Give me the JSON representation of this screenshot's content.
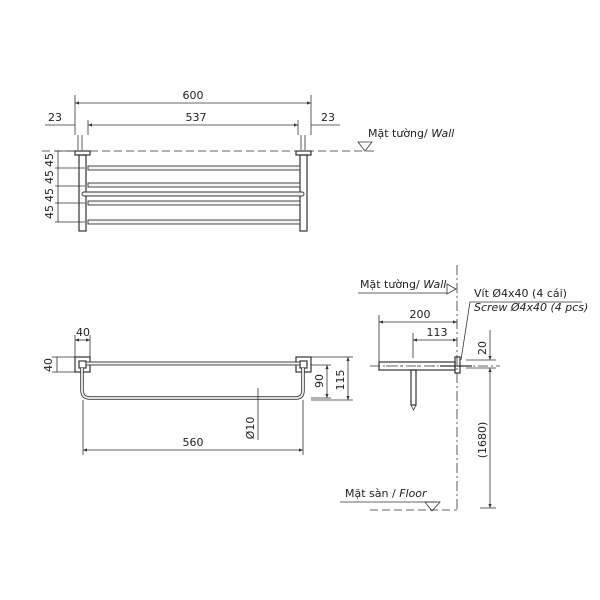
{
  "top_view": {
    "overall": "600",
    "span": "537",
    "left_offset": "23",
    "right_offset": "23",
    "spacings": [
      "45",
      "45",
      "45",
      "45"
    ],
    "wall_label": "Mặt tường/",
    "wall_label_en": "Wall"
  },
  "front_view": {
    "bracket_width": "40",
    "bracket_height": "40",
    "length": "560",
    "rod_diameter": "Ø10",
    "drop": "90",
    "height": "115"
  },
  "side_view": {
    "wall_label": "Mặt tường/",
    "wall_label_en": "Wall",
    "screw_vi": "Vít Ø4x40 (4 cái)",
    "screw_en": "Screw Ø4x40 (4 pcs)",
    "depth": "200",
    "post_offset": "113",
    "screw_offset": "20",
    "mount_height": "(1680)",
    "floor_label": "Mặt sàn /",
    "floor_label_en": "Floor"
  }
}
